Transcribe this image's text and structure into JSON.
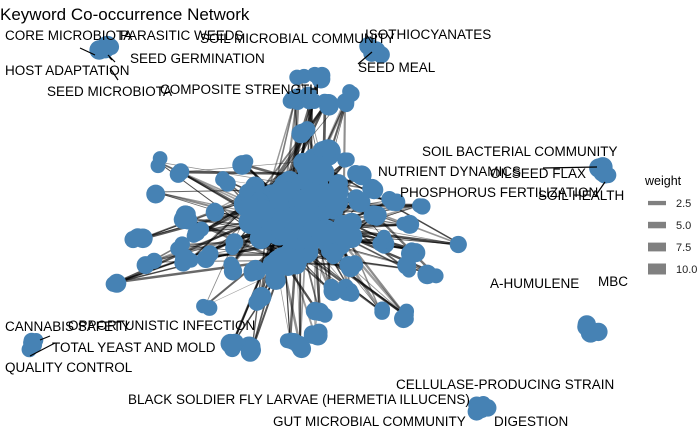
{
  "chart_data": {
    "type": "network",
    "title": "Keyword Co-occurrence Network",
    "node_color": "#4682b4",
    "edge_color": "#000000",
    "legend": {
      "title": "weight",
      "position": "right",
      "entries": [
        2.5,
        5.0,
        7.5,
        10.0
      ],
      "entry_labels": [
        "2.5",
        "5.0",
        "7.5",
        "10.0"
      ]
    },
    "labels": [
      "CORE MICROBIOTA",
      "PARASITIC WEEDS",
      "SOIL MICROBIAL COMMUNITY",
      "ISOTHIOCYANATES",
      "SEED GERMINATION",
      "HOST ADAPTATION",
      "SEED MEAL",
      "SEED MICROBIOTA",
      "COMPOSITE STRENGTH",
      "SOIL BACTERIAL COMMUNITY",
      "NUTRIENT DYNAMICS",
      "OILSEED FLAX",
      "PHOSPHORUS FERTILIZATION",
      "SOIL HEALTH",
      "A-HUMULENE",
      "MBC",
      "CANNABIS SAFETY",
      "OPPORTUNISTIC INFECTION",
      "TOTAL YEAST AND MOLD",
      "QUALITY CONTROL",
      "CELLULASE-PRODUCING STRAIN",
      "BLACK SOLDIER FLY LARVAE (HERMETIA ILLUCENS)",
      "GUT MICROBIAL COMMUNITY",
      "DIGESTION"
    ]
  }
}
